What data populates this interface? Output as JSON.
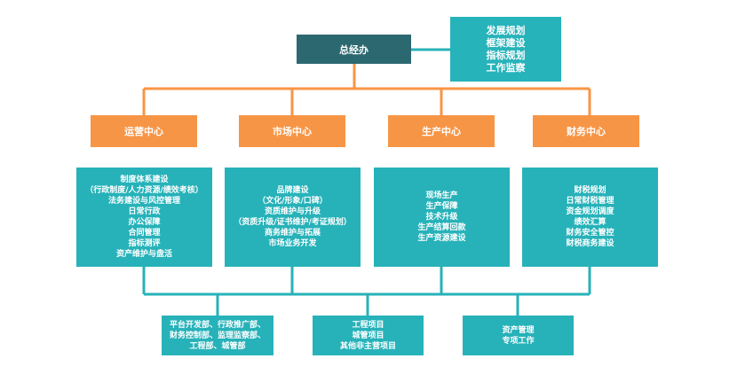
{
  "root": {
    "label": "总经办"
  },
  "side_box": {
    "items": [
      "发展规划",
      "框架建设",
      "指标规划",
      "工作监察"
    ]
  },
  "centers": [
    {
      "name": "运营中心",
      "items": [
        "制度体系建设",
        "（行政制度/人力资源/绩效考核）",
        "法务建设与风控管理",
        "日常行政",
        "办公保障",
        "合同管理",
        "指标测评",
        "资产维护与盘活"
      ]
    },
    {
      "name": "市场中心",
      "items": [
        "品牌建设",
        "（文化/形象/口碑）",
        "资质维护与升级",
        "（资质升级/证书维护/考证规划）",
        "商务维护与拓展",
        "市场业务开发"
      ]
    },
    {
      "name": "生产中心",
      "items": [
        "现场生产",
        "生产保障",
        "技术升级",
        "生产结算回款",
        "生产资源建设"
      ]
    },
    {
      "name": "财务中心",
      "items": [
        "财税规划",
        "日常财税管理",
        "资金规划调度",
        "绩效汇算",
        "财务安全管控",
        "财税商务建设"
      ]
    }
  ],
  "bottom_boxes": [
    {
      "items": [
        "平台开发部、行政推广部、",
        "财务控制部、监理监察部、",
        "工程部、城管部"
      ]
    },
    {
      "items": [
        "工程项目",
        "城管项目",
        "其他非主营项目"
      ]
    },
    {
      "items": [
        "资产管理",
        "专项工作"
      ]
    }
  ],
  "colors": {
    "root_fill": "#2c6870",
    "side_fill": "#26b3ba",
    "center_fill": "#f79546",
    "detail_fill": "#27b2b9",
    "orange_connector": "#f79546",
    "teal_connector": "#27b2b9"
  }
}
